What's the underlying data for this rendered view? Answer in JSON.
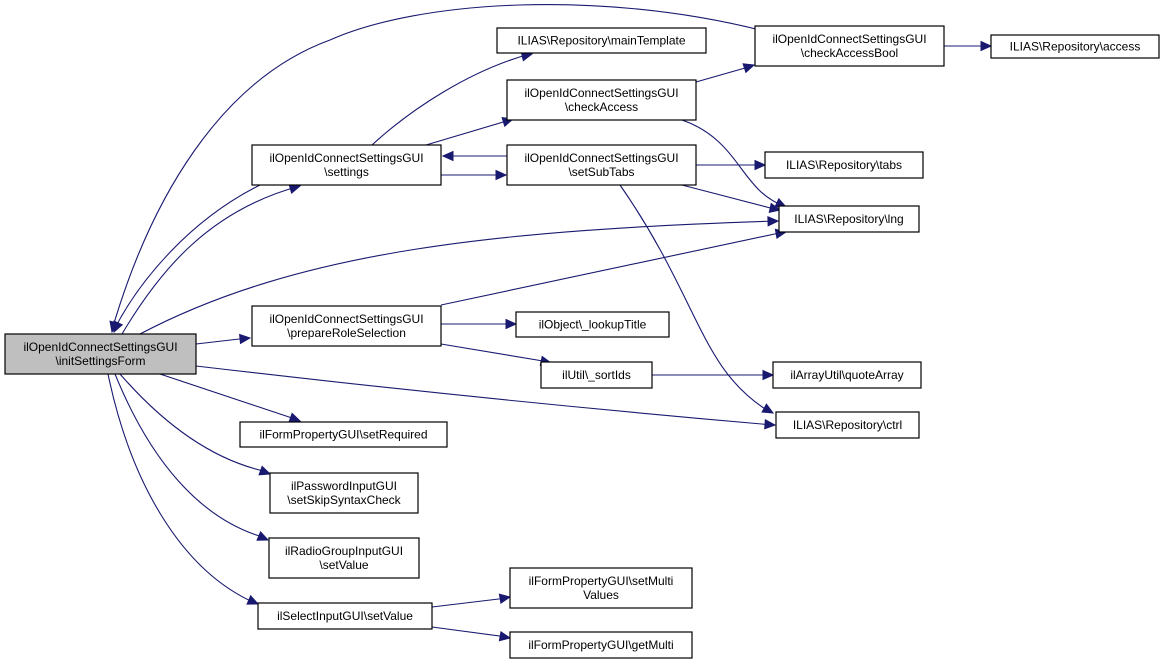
{
  "diagram": {
    "type": "call-graph",
    "edge_color": "#191970",
    "root_fill": "#bfbfbf",
    "nodes": [
      {
        "id": "initSettingsForm",
        "lines": [
          "ilOpenIdConnectSettingsGUI",
          "\\initSettingsForm"
        ],
        "root": true
      },
      {
        "id": "settings",
        "lines": [
          "ilOpenIdConnectSettingsGUI",
          "\\settings"
        ]
      },
      {
        "id": "prepareRoleSelection",
        "lines": [
          "ilOpenIdConnectSettingsGUI",
          "\\prepareRoleSelection"
        ]
      },
      {
        "id": "setRequired",
        "lines": [
          "ilFormPropertyGUI\\setRequired"
        ]
      },
      {
        "id": "setSkipSyntaxCheck",
        "lines": [
          "ilPasswordInputGUI",
          "\\setSkipSyntaxCheck"
        ]
      },
      {
        "id": "radioSetValue",
        "lines": [
          "ilRadioGroupInputGUI",
          "\\setValue"
        ]
      },
      {
        "id": "selectSetValue",
        "lines": [
          "ilSelectInputGUI\\setValue"
        ]
      },
      {
        "id": "mainTemplate",
        "lines": [
          "ILIAS\\Repository\\mainTemplate"
        ]
      },
      {
        "id": "checkAccess",
        "lines": [
          "ilOpenIdConnectSettingsGUI",
          "\\checkAccess"
        ]
      },
      {
        "id": "setSubTabs",
        "lines": [
          "ilOpenIdConnectSettingsGUI",
          "\\setSubTabs"
        ]
      },
      {
        "id": "lookupTitle",
        "lines": [
          "ilObject\\_lookupTitle"
        ]
      },
      {
        "id": "sortIds",
        "lines": [
          "ilUtil\\_sortIds"
        ]
      },
      {
        "id": "setMultiValues",
        "lines": [
          "ilFormPropertyGUI\\setMulti",
          "Values"
        ]
      },
      {
        "id": "getMulti",
        "lines": [
          "ilFormPropertyGUI\\getMulti"
        ]
      },
      {
        "id": "checkAccessBool",
        "lines": [
          "ilOpenIdConnectSettingsGUI",
          "\\checkAccessBool"
        ]
      },
      {
        "id": "tabs",
        "lines": [
          "ILIAS\\Repository\\tabs"
        ]
      },
      {
        "id": "lng",
        "lines": [
          "ILIAS\\Repository\\lng"
        ]
      },
      {
        "id": "quoteArray",
        "lines": [
          "ilArrayUtil\\quoteArray"
        ]
      },
      {
        "id": "ctrl",
        "lines": [
          "ILIAS\\Repository\\ctrl"
        ]
      },
      {
        "id": "access",
        "lines": [
          "ILIAS\\Repository\\access"
        ]
      }
    ],
    "edges": [
      {
        "from": "initSettingsForm",
        "to": "settings"
      },
      {
        "from": "settings",
        "to": "initSettingsForm"
      },
      {
        "from": "checkAccessBool",
        "to": "initSettingsForm"
      },
      {
        "from": "initSettingsForm",
        "to": "lng"
      },
      {
        "from": "initSettingsForm",
        "to": "prepareRoleSelection"
      },
      {
        "from": "initSettingsForm",
        "to": "ctrl"
      },
      {
        "from": "initSettingsForm",
        "to": "setRequired"
      },
      {
        "from": "initSettingsForm",
        "to": "setSkipSyntaxCheck"
      },
      {
        "from": "initSettingsForm",
        "to": "radioSetValue"
      },
      {
        "from": "initSettingsForm",
        "to": "selectSetValue"
      },
      {
        "from": "settings",
        "to": "mainTemplate"
      },
      {
        "from": "settings",
        "to": "checkAccess"
      },
      {
        "from": "settings",
        "to": "setSubTabs"
      },
      {
        "from": "setSubTabs",
        "to": "settings"
      },
      {
        "from": "checkAccess",
        "to": "checkAccessBool"
      },
      {
        "from": "checkAccess",
        "to": "lng"
      },
      {
        "from": "setSubTabs",
        "to": "tabs"
      },
      {
        "from": "setSubTabs",
        "to": "lng"
      },
      {
        "from": "setSubTabs",
        "to": "ctrl"
      },
      {
        "from": "checkAccessBool",
        "to": "access"
      },
      {
        "from": "prepareRoleSelection",
        "to": "lng"
      },
      {
        "from": "prepareRoleSelection",
        "to": "lookupTitle"
      },
      {
        "from": "prepareRoleSelection",
        "to": "sortIds"
      },
      {
        "from": "sortIds",
        "to": "quoteArray"
      },
      {
        "from": "selectSetValue",
        "to": "setMultiValues"
      },
      {
        "from": "selectSetValue",
        "to": "getMulti"
      }
    ]
  }
}
